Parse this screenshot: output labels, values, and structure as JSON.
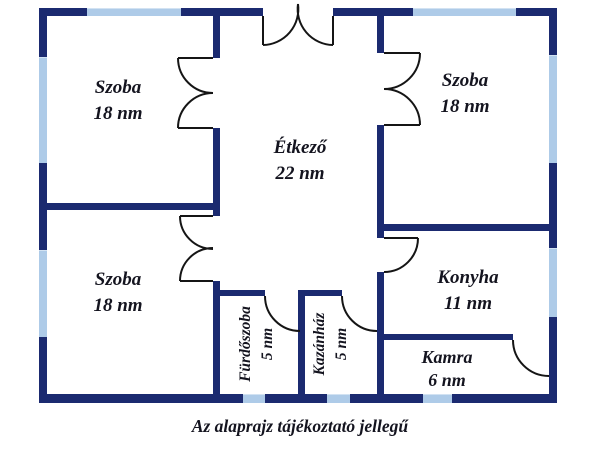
{
  "floor_plan": {
    "caption": "Az alaprajz tájékoztató jellegű",
    "rooms": {
      "szoba_top_left": {
        "name": "Szoba",
        "area": "18 nm"
      },
      "szoba_top_right": {
        "name": "Szoba",
        "area": "18 nm"
      },
      "etkezo": {
        "name": "Étkező",
        "area": "22 nm"
      },
      "szoba_bottom_left": {
        "name": "Szoba",
        "area": "18 nm"
      },
      "konyha": {
        "name": "Konyha",
        "area": "11 nm"
      },
      "furdoszoba": {
        "name": "Fürdőszoba",
        "area": "5 nm"
      },
      "kazanhaz": {
        "name": "Kazánház",
        "area": "5 nm"
      },
      "kamra": {
        "name": "Kamra",
        "area": "6 nm"
      }
    },
    "colors": {
      "wall": "#1b2a70",
      "window": "#aecbe8",
      "door_line": "#151515",
      "label_text": "#14141f",
      "background": "#ffffff"
    }
  }
}
